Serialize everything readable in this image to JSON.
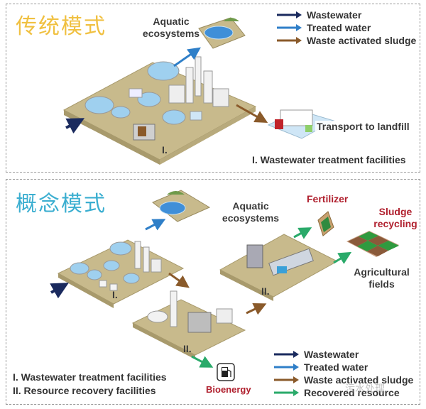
{
  "top_panel": {
    "title": "传统模式",
    "title_color": "#f0c040",
    "aquatic_label_line1": "Aquatic",
    "aquatic_label_line2": "ecosystems",
    "facility_marker": "I.",
    "transport_label": "Transport to landfill",
    "footnote": "I. Wastewater treatment facilities",
    "legend": [
      {
        "label": "Wastewater",
        "color": "#1a2a5e"
      },
      {
        "label": "Treated water",
        "color": "#2f7fc8"
      },
      {
        "label": "Waste activated sludge",
        "color": "#8a5a2a"
      }
    ]
  },
  "bottom_panel": {
    "title": "概念模式",
    "title_color": "#3aaed0",
    "aquatic_label_line1": "Aquatic",
    "aquatic_label_line2": "ecosystems",
    "fertilizer_label": "Fertilizer",
    "sludge_recycling_line1": "Sludge",
    "sludge_recycling_line2": "recycling",
    "agri_line1": "Agricultural",
    "agri_line2": "fields",
    "bioenergy_label": "Bioenergy",
    "facility_marker_1": "I.",
    "facility_marker_2a": "II.",
    "facility_marker_2b": "II.",
    "footnote_1": "I. Wastewater treatment facilities",
    "footnote_2": "II. Resource recovery facilities",
    "legend": [
      {
        "label": "Wastewater",
        "color": "#1a2a5e"
      },
      {
        "label": "Treated water",
        "color": "#2f7fc8"
      },
      {
        "label": "Waste activated sludge",
        "color": "#8a5a2a"
      },
      {
        "label": "Recovered resource",
        "color": "#2aaa6a"
      }
    ],
    "highlight_color": "#b0202e"
  },
  "watermark": "污水处理"
}
